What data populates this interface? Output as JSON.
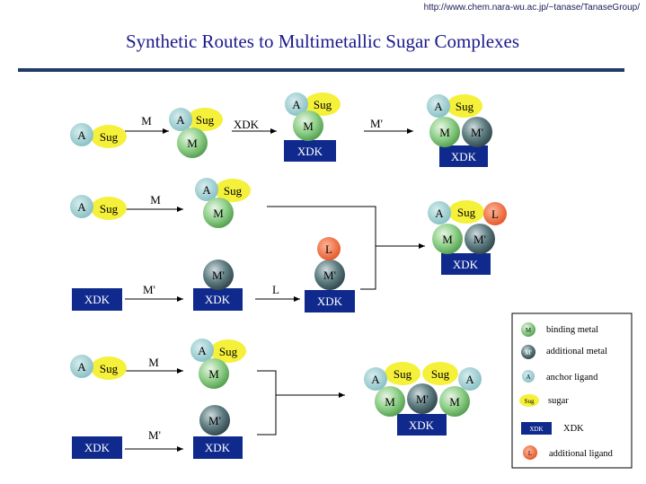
{
  "header": {
    "url": "http://www.chem.nara-wu.ac.jp/~tanase/TanaseGroup/",
    "title": "Synthetic Routes to Multimetallic Sugar Complexes"
  },
  "labels": {
    "anchor": "A",
    "sugar": "Sug",
    "metal": "M",
    "add_metal": "M'",
    "xdk": "XDK",
    "ligand": "L"
  },
  "arrow_labels": {
    "m": "M",
    "xdk": "XDK",
    "m_prime": "M'",
    "l": "L"
  },
  "legend": {
    "items": [
      {
        "symbol": "M",
        "text": "binding metal"
      },
      {
        "symbol": "M'",
        "text": "additional metal"
      },
      {
        "symbol": "A",
        "text": "anchor ligand"
      },
      {
        "symbol": "Sug",
        "text": "sugar"
      },
      {
        "symbol": "XDK",
        "text": "XDK"
      },
      {
        "symbol": "L",
        "text": "additional ligand"
      }
    ]
  },
  "colors": {
    "title": "#1a1a8c",
    "rule": "#1f3a66",
    "anchor": "#8fc4c6",
    "sugar": "#f5f03a",
    "metal": "#7fc47a",
    "add_metal": "#4d6a70",
    "xdk": "#0f2a8c",
    "ligand": "#e8582a"
  }
}
